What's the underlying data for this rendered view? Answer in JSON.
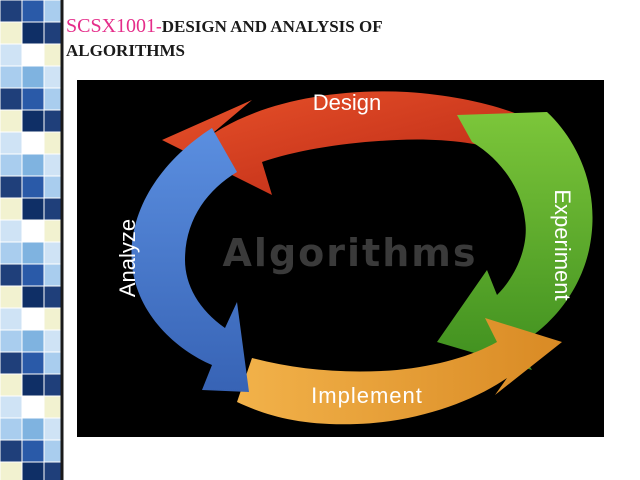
{
  "slide": {
    "title_code": "SCSX1001",
    "title_dash": "-",
    "title_text_line1": "DESIGN AND ANALYSIS OF",
    "title_text_line2": "ALGORITHMS"
  },
  "cycle": {
    "center": "Algorithms",
    "stages": {
      "design": "Design",
      "experiment": "Experiment",
      "implement": "Implement",
      "analyze": "Analyze"
    }
  },
  "colors": {
    "title_code": "#e52d8a",
    "design": "#d9391f",
    "experiment": "#5aa829",
    "implement": "#e9a13a",
    "analyze": "#4a78c8",
    "center": "#3a3a3a"
  }
}
